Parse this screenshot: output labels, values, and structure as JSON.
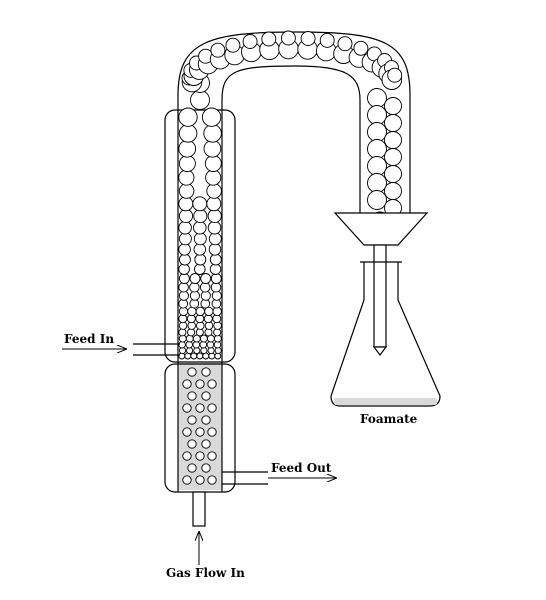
{
  "labels": {
    "feed_in": "Feed In",
    "feed_out": "Feed Out",
    "gas_flow_in": "Gas Flow In",
    "foamate": "Foamate"
  },
  "colors": {
    "stroke": "#000000",
    "liquid": "#d9d9d9",
    "background": "#ffffff"
  }
}
